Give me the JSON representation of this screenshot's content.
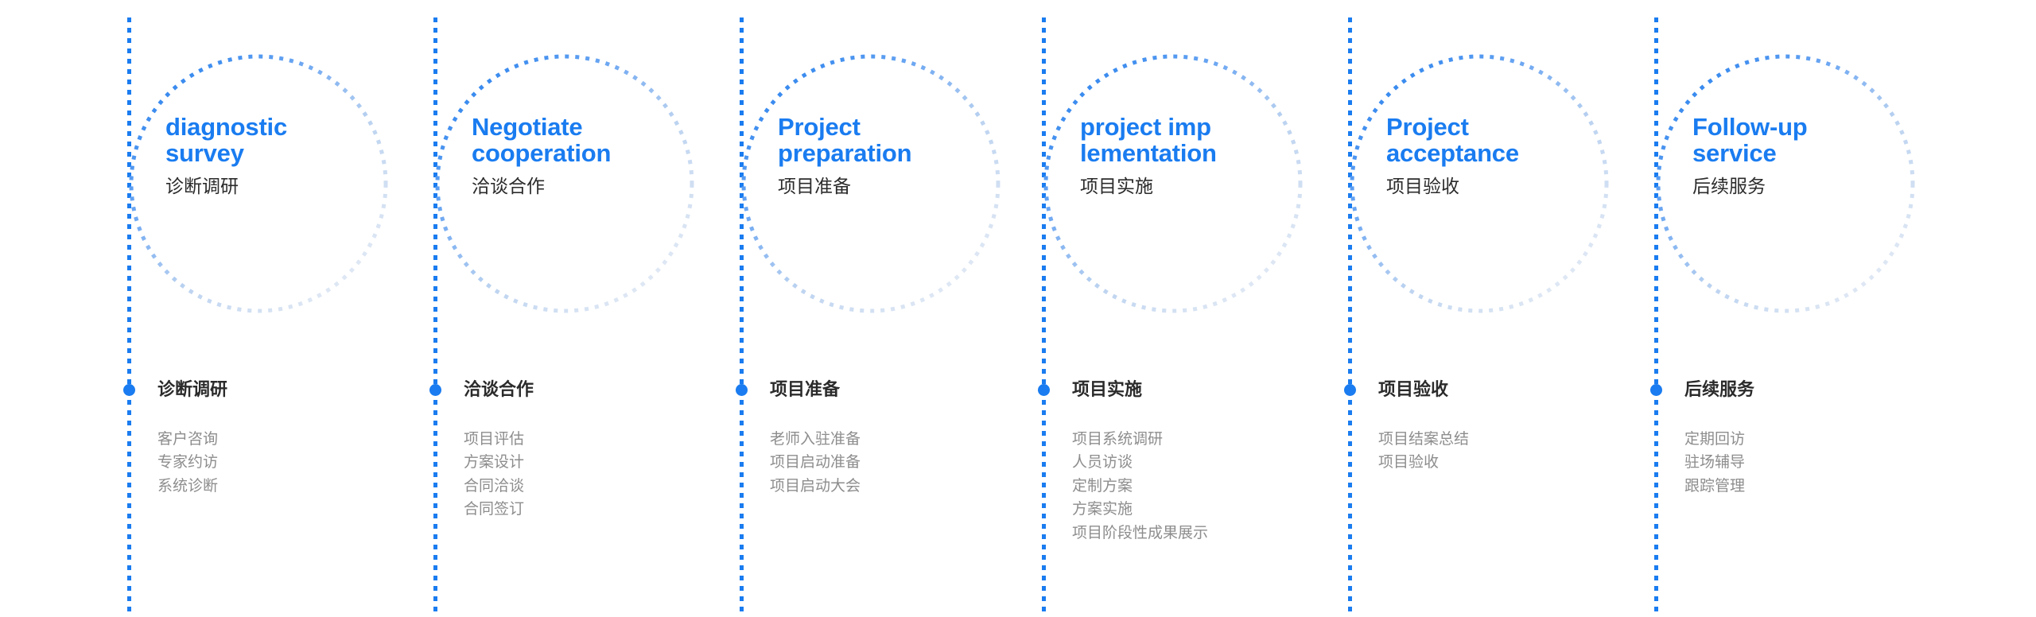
{
  "theme": {
    "accent_blue": "#1a7cf0",
    "title_dark": "#2b2b2b",
    "item_gray": "#8d8d8d",
    "background": "#ffffff",
    "circle_dash_start": "#2b83ee",
    "circle_dash_end": "#e8edf5"
  },
  "steps": [
    {
      "id": "step-1",
      "en_title": "diagnostic\nsurvey",
      "cn_title": "诊断调研",
      "list_head": "诊断调研",
      "items": [
        "客户咨询",
        "专家约访",
        "系统诊断"
      ]
    },
    {
      "id": "step-2",
      "en_title": "Negotiate\ncooperation",
      "cn_title": "洽谈合作",
      "list_head": "洽谈合作",
      "items": [
        "项目评估",
        "方案设计",
        "合同洽谈",
        "合同签订"
      ]
    },
    {
      "id": "step-3",
      "en_title": "Project\npreparation",
      "cn_title": "项目准备",
      "list_head": "项目准备",
      "items": [
        "老师入驻准备",
        "项目启动准备",
        "项目启动大会"
      ]
    },
    {
      "id": "step-4",
      "en_title": "project imp\nlementation",
      "cn_title": "项目实施",
      "list_head": "项目实施",
      "items": [
        "项目系统调研",
        "人员访谈",
        "定制方案",
        "方案实施",
        "项目阶段性成果展示"
      ]
    },
    {
      "id": "step-5",
      "en_title": "Project\nacceptance",
      "cn_title": "项目验收",
      "list_head": "项目验收",
      "items": [
        "项目结案总结",
        "项目验收"
      ]
    },
    {
      "id": "step-6",
      "en_title": "Follow-up\nservice",
      "cn_title": "后续服务",
      "list_head": "后续服务",
      "items": [
        "定期回访",
        "驻场辅导",
        "跟踪管理"
      ]
    }
  ]
}
